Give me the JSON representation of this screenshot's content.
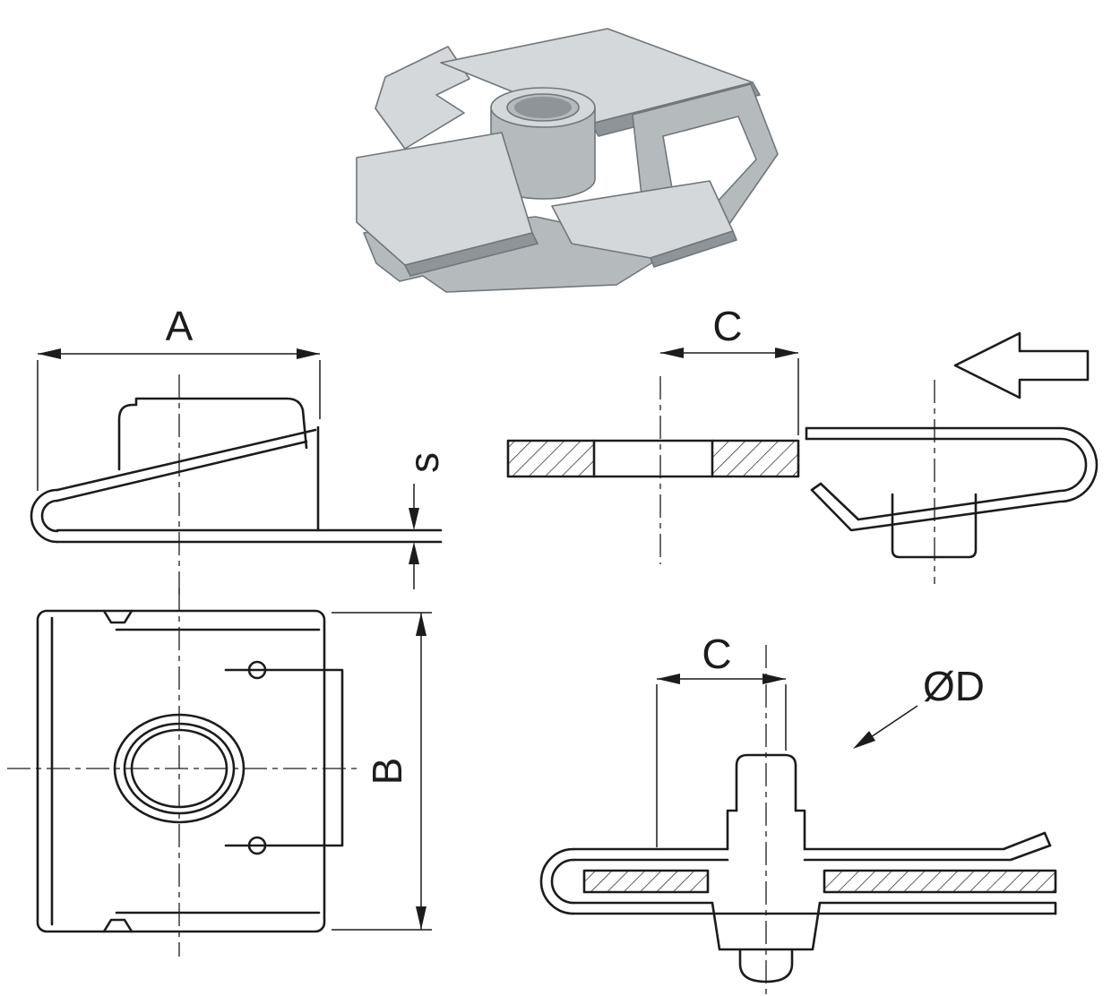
{
  "colors": {
    "line": "#1c1c1c",
    "metal-light": "#d4d8da",
    "metal-mid": "#b5babd",
    "metal-dark": "#8e9497",
    "metal-edge": "#70767a",
    "background": "#ffffff"
  },
  "dims": {
    "a": "A",
    "b": "B",
    "s": "s",
    "c_section": "C",
    "c_installed": "C",
    "d": "ØD"
  }
}
